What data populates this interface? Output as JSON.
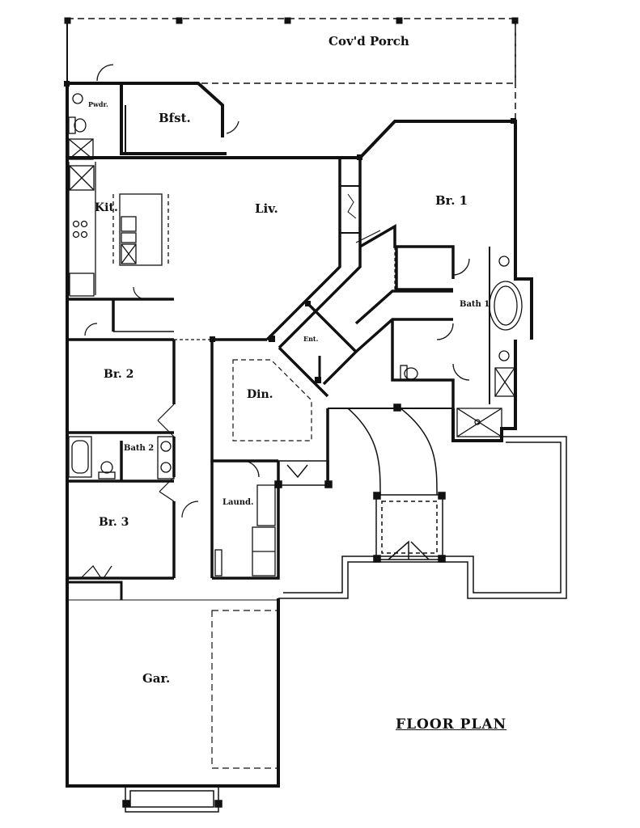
{
  "title": "FLOOR PLAN",
  "rooms": {
    "porch": "Cov'd Porch",
    "powder": "Pwdr.",
    "breakfast": "Bfst.",
    "kitchen": "Kit.",
    "living": "Liv.",
    "bedroom1": "Br. 1",
    "bath1": "Bath 1",
    "entry": "Ent.",
    "bedroom2": "Br. 2",
    "bath2": "Bath 2",
    "dining": "Din.",
    "bedroom3": "Br. 3",
    "laundry": "Laund.",
    "garage": "Gar."
  },
  "colors": {
    "line": "#111111",
    "background": "#ffffff"
  }
}
